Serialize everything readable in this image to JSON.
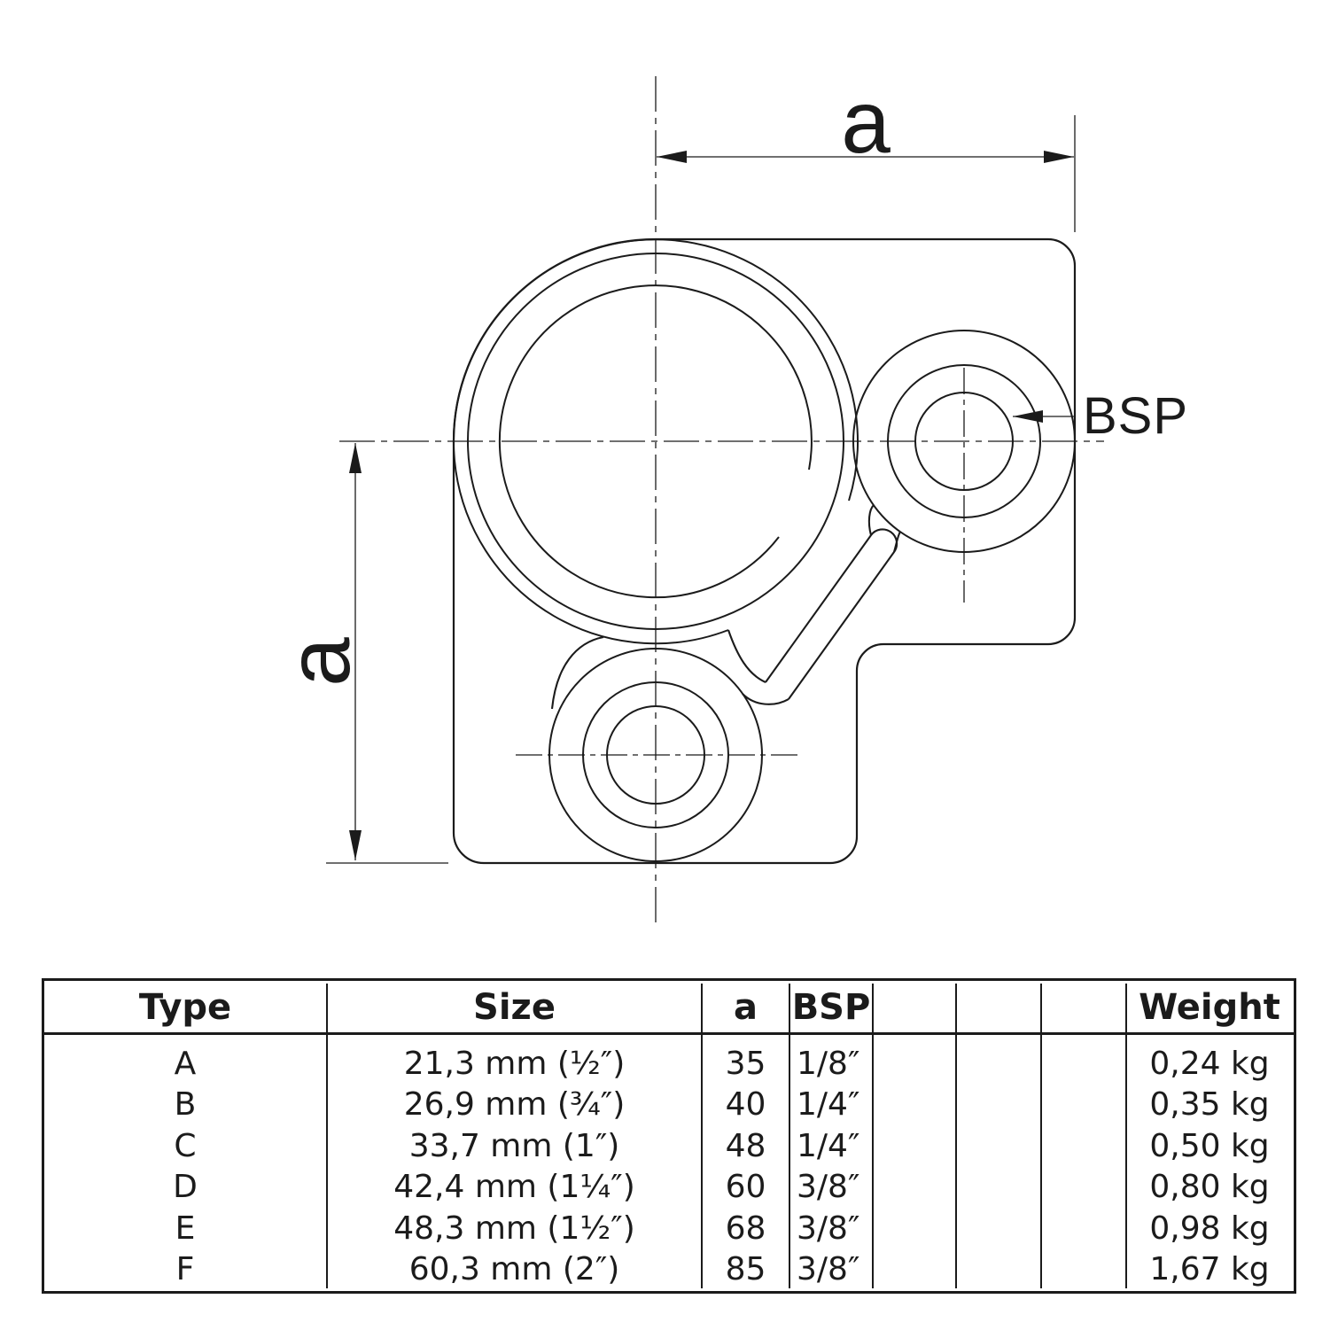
{
  "drawing": {
    "dimension_top_label": "a",
    "dimension_left_label": "a",
    "bsp_label": "BSP",
    "line_color": "#1b1b1b"
  },
  "table": {
    "headers": {
      "type": "Type",
      "size": "Size",
      "a": "a",
      "bsp": "BSP",
      "weight": "Weight"
    },
    "rows": [
      {
        "type": "A",
        "size": "21,3 mm (½″)",
        "a": "35",
        "bsp": "1/8″",
        "weight": "0,24 kg"
      },
      {
        "type": "B",
        "size": "26,9 mm (¾″)",
        "a": "40",
        "bsp": "1/4″",
        "weight": "0,35 kg"
      },
      {
        "type": "C",
        "size": "33,7 mm (1″)",
        "a": "48",
        "bsp": "1/4″",
        "weight": "0,50 kg"
      },
      {
        "type": "D",
        "size": "42,4 mm (1¼″)",
        "a": "60",
        "bsp": "3/8″",
        "weight": "0,80 kg"
      },
      {
        "type": "E",
        "size": "48,3 mm (1½″)",
        "a": "68",
        "bsp": "3/8″",
        "weight": "0,98 kg"
      },
      {
        "type": "F",
        "size": "60,3 mm (2″)",
        "a": "85",
        "bsp": "3/8″",
        "weight": "1,67 kg"
      }
    ]
  }
}
